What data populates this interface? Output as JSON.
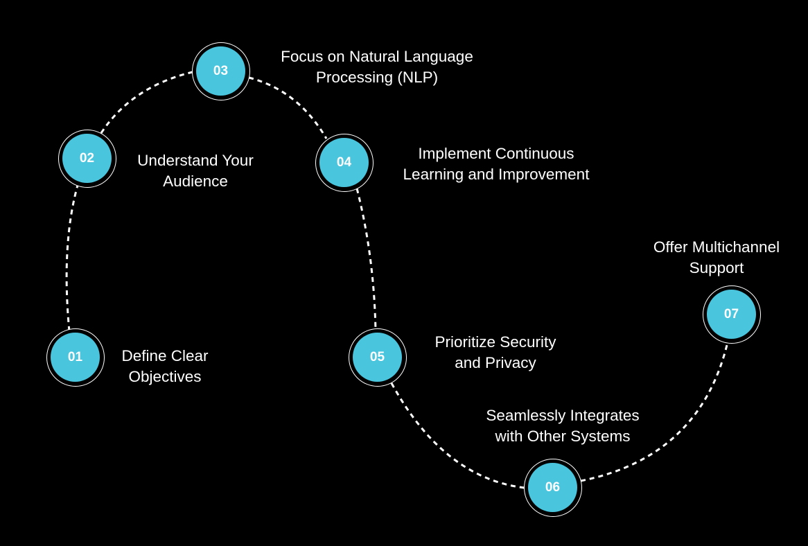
{
  "accent_color": "#4AC5DE",
  "steps": [
    {
      "number": "01",
      "line1": "Define Clear",
      "line2": "Objectives"
    },
    {
      "number": "02",
      "line1": "Understand Your",
      "line2": "Audience"
    },
    {
      "number": "03",
      "line1": "Focus on Natural Language",
      "line2": "Processing (NLP)"
    },
    {
      "number": "04",
      "line1": "Implement Continuous",
      "line2": "Learning and Improvement"
    },
    {
      "number": "05",
      "line1": "Prioritize Security",
      "line2": "and Privacy"
    },
    {
      "number": "06",
      "line1": "Seamlessly Integrates",
      "line2": "with Other Systems"
    },
    {
      "number": "07",
      "line1": "Offer Multichannel",
      "line2": "Support"
    }
  ]
}
